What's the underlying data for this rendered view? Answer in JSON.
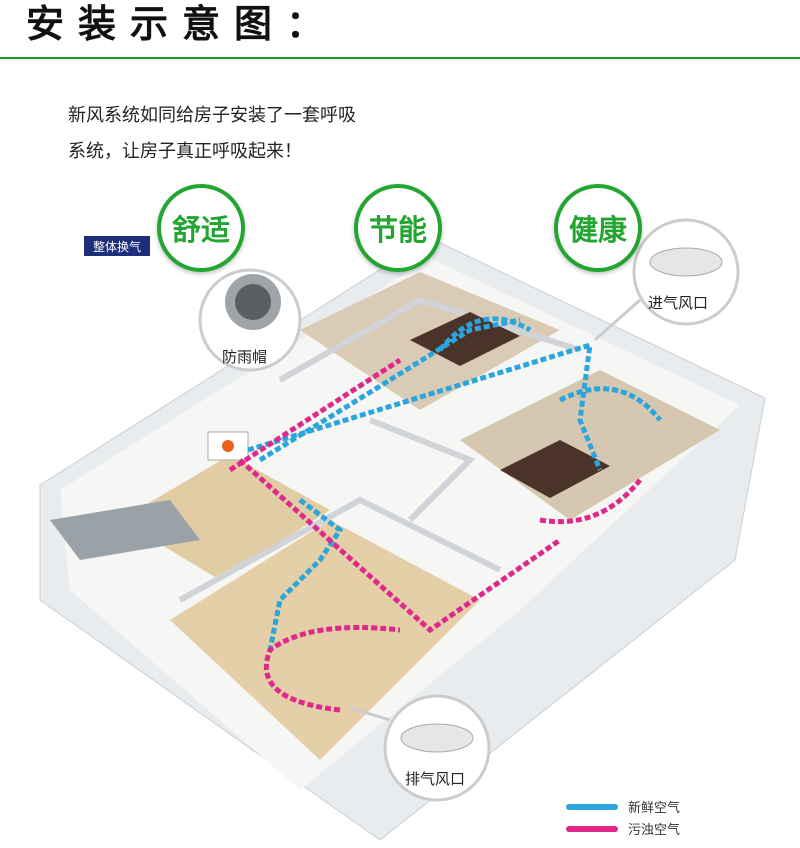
{
  "title": "安装示意图：",
  "subtitle": [
    "新风系统如同给房子安装了一套呼吸",
    "系统，让房子真正呼吸起来！"
  ],
  "badges": [
    "舒适",
    "节能",
    "健康"
  ],
  "tag": "整体换气",
  "callouts": {
    "rain_cap": "防雨帽",
    "inlet": "进气风口",
    "outlet": "排气风口"
  },
  "legend": [
    {
      "label": "新鲜空气",
      "color": "#2aa6dc"
    },
    {
      "label": "污浊空气",
      "color": "#e0288a"
    }
  ],
  "colors": {
    "accent": "#22a531",
    "fresh": "#2aa6dc",
    "exhaust": "#e0288a"
  }
}
